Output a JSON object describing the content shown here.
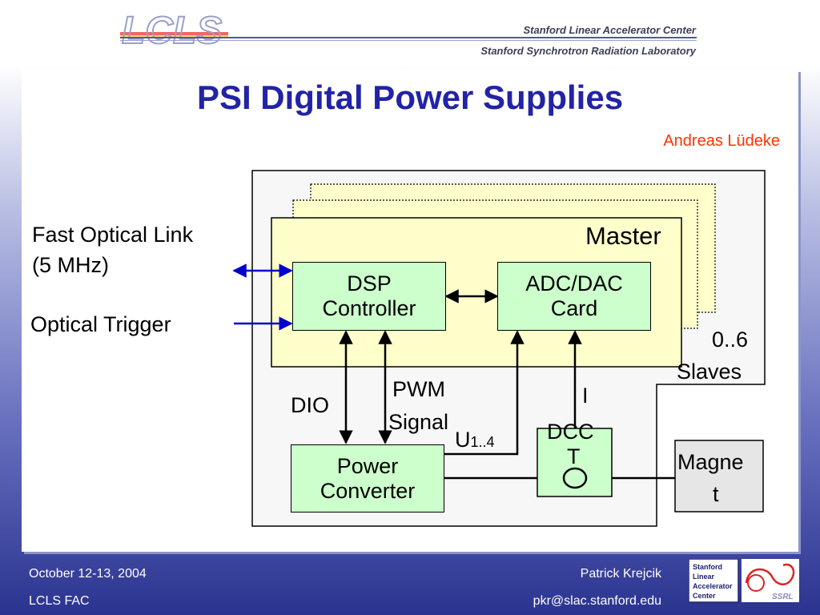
{
  "header": {
    "logo_text": "LCLS",
    "org_line1": "Stanford Linear Accelerator Center",
    "org_line2": "Stanford Synchrotron Radiation Laboratory"
  },
  "slide": {
    "title": "PSI Digital Power Supplies",
    "author": "Andreas Lüdeke"
  },
  "diagram": {
    "master_label": "Master",
    "slaves_label_1": "0..6",
    "slaves_label_2": "Slaves",
    "fast_link_label_1": "Fast Optical Link",
    "fast_link_label_2": "(5 MHz)",
    "optical_trigger_label": "Optical Trigger",
    "dsp_1": "DSP",
    "dsp_2": "Controller",
    "adc_1": "ADC/DAC",
    "adc_2": "Card",
    "dio_label": "DIO",
    "pwm_1": "PWM",
    "pwm_2": "Signal",
    "u_label": "U",
    "u_sub": "1..4",
    "i_label": "I",
    "dcct_1": "DCC",
    "dcct_2": "T",
    "power_1": "Power",
    "power_2": "Converter",
    "magnet_1": "Magne",
    "magnet_2": "t",
    "colors": {
      "module": "#ffffcc",
      "block": "#ccffcc",
      "magnet": "#e6e6e6",
      "arrow_blue": "#0000cc"
    }
  },
  "footer": {
    "date": "October 12-13, 2004",
    "event": "LCLS FAC",
    "presenter": "Patrick Krejcik",
    "email": "pkr@slac.stanford.edu",
    "ssrl_logo_lines": [
      "Stanford",
      "Linear",
      "Accelerator",
      "Center"
    ],
    "ssrl_text": "SSRL",
    "colors": {
      "text": "#ffffff"
    }
  }
}
